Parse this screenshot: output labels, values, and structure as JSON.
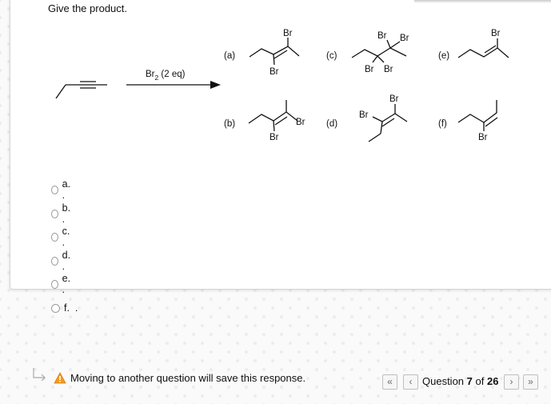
{
  "question": {
    "prompt": "Give the product."
  },
  "scheme": {
    "reagent_main": "Br",
    "reagent_sub": "2",
    "reagent_rest": " (2 eq)",
    "labels": [
      "(a)",
      "(b)",
      "(c)",
      "(d)",
      "(e)",
      "(f)"
    ],
    "atom_label": "Br"
  },
  "choices": [
    {
      "label": "a. ."
    },
    {
      "label": "b. ."
    },
    {
      "label": "c. ."
    },
    {
      "label": "d. ."
    },
    {
      "label": "e. ."
    },
    {
      "label": "f.  ."
    }
  ],
  "footer": {
    "warning_text": "Moving to another question will save this response.",
    "question_prefix": "Question ",
    "question_number": "7",
    "question_of": " of ",
    "question_total": "26",
    "nav_first": "«",
    "nav_prev": "‹",
    "nav_next": "›",
    "nav_last": "»"
  },
  "colors": {
    "warning": "#f29b1d",
    "radio_border": "#9a9a9a"
  }
}
